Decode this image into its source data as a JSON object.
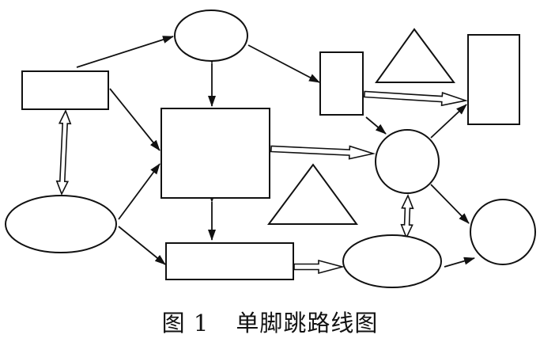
{
  "caption": {
    "figure_label": "图 1",
    "title": "单脚跳路线图"
  },
  "colors": {
    "stroke": "#111111",
    "fill": "#ffffff",
    "text": "#111111"
  },
  "nodes": [
    {
      "id": "rect-left-top",
      "shape": "rectangle",
      "label": ""
    },
    {
      "id": "ellipse-left-bottom",
      "shape": "ellipse",
      "label": ""
    },
    {
      "id": "ellipse-top-center",
      "shape": "ellipse",
      "label": ""
    },
    {
      "id": "square-center",
      "shape": "rectangle",
      "label": ""
    },
    {
      "id": "rect-bottom-center",
      "shape": "rectangle",
      "label": ""
    },
    {
      "id": "rect-tall-small",
      "shape": "rectangle",
      "label": ""
    },
    {
      "id": "triangle-top",
      "shape": "triangle",
      "label": ""
    },
    {
      "id": "triangle-middle",
      "shape": "triangle",
      "label": ""
    },
    {
      "id": "rect-tall-right",
      "shape": "rectangle",
      "label": ""
    },
    {
      "id": "circle-middle",
      "shape": "circle",
      "label": ""
    },
    {
      "id": "ellipse-bottom-right",
      "shape": "ellipse",
      "label": ""
    },
    {
      "id": "circle-right",
      "shape": "circle",
      "label": ""
    }
  ],
  "edges": [
    {
      "from": "rect-left-top",
      "to": "ellipse-top-center",
      "style": "arrow"
    },
    {
      "from": "rect-left-top",
      "to": "square-center",
      "style": "arrow"
    },
    {
      "from": "rect-left-top",
      "to": "ellipse-left-bottom",
      "style": "hollow-double"
    },
    {
      "from": "ellipse-left-bottom",
      "to": "square-center",
      "style": "arrow"
    },
    {
      "from": "ellipse-left-bottom",
      "to": "rect-bottom-center",
      "style": "arrow"
    },
    {
      "from": "ellipse-top-center",
      "to": "square-center",
      "style": "double"
    },
    {
      "from": "ellipse-top-center",
      "to": "rect-tall-small",
      "style": "arrow"
    },
    {
      "from": "square-center",
      "to": "rect-bottom-center",
      "style": "double"
    },
    {
      "from": "square-center",
      "to": "circle-middle",
      "style": "hollow"
    },
    {
      "from": "rect-tall-small",
      "to": "rect-tall-right",
      "style": "hollow"
    },
    {
      "from": "rect-tall-small",
      "to": "circle-middle",
      "style": "arrow"
    },
    {
      "from": "circle-middle",
      "to": "rect-tall-right",
      "style": "arrow"
    },
    {
      "from": "circle-middle",
      "to": "ellipse-bottom-right",
      "style": "hollow-double"
    },
    {
      "from": "circle-middle",
      "to": "circle-right",
      "style": "arrow"
    },
    {
      "from": "rect-bottom-center",
      "to": "ellipse-bottom-right",
      "style": "hollow"
    },
    {
      "from": "ellipse-bottom-right",
      "to": "circle-right",
      "style": "arrow"
    }
  ]
}
